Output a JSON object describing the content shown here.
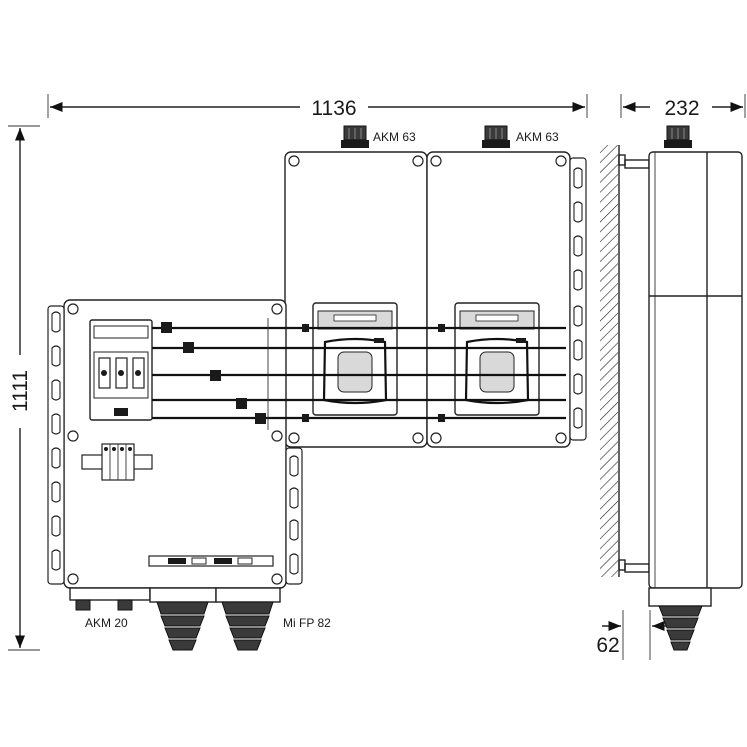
{
  "dimensions": {
    "total_width": "1136",
    "side_depth": "232",
    "total_height": "1111",
    "offset": "62"
  },
  "labels": {
    "gland_top_left": "AKM 63",
    "gland_top_right": "AKM 63",
    "gland_bottom_small": "AKM 20",
    "gland_bottom_large": "Mi FP 82"
  },
  "colors": {
    "line": "#222222",
    "background": "#ffffff"
  }
}
